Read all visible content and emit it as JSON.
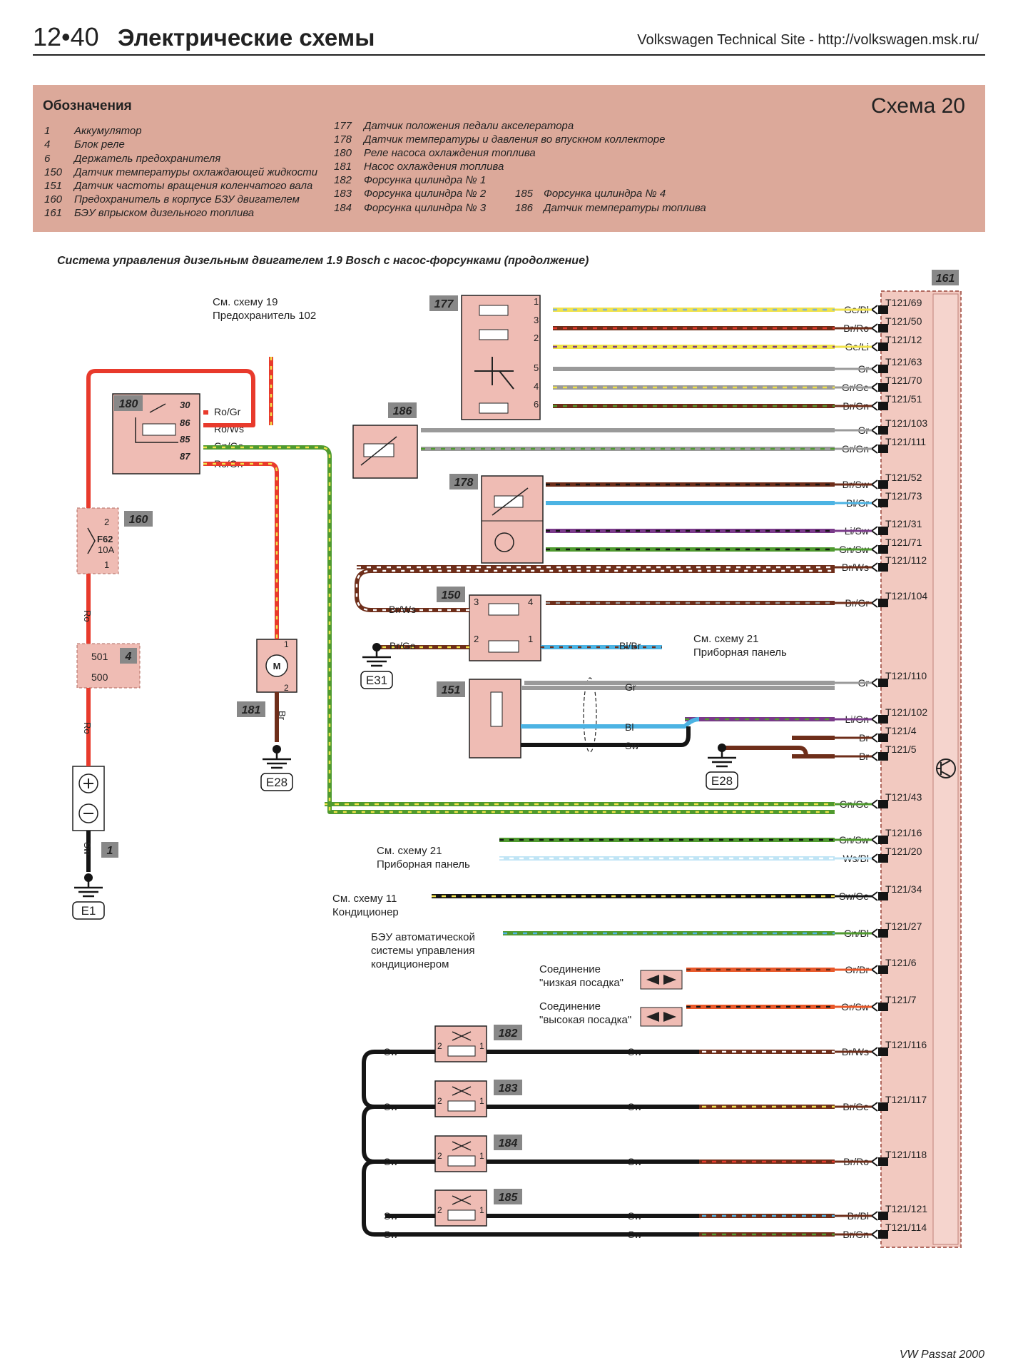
{
  "header": {
    "page_num": "12•40",
    "title": "Электрические схемы",
    "site": "Volkswagen Technical Site - http://volkswagen.msk.ru/"
  },
  "legend": {
    "title": "Обозначения",
    "scheme": "Схема 20",
    "col1": [
      {
        "num": "1",
        "text": "Аккумулятор"
      },
      {
        "num": "4",
        "text": "Блок реле"
      },
      {
        "num": "6",
        "text": "Держатель предохранителя"
      },
      {
        "num": "150",
        "text": "Датчик температуры охлаждающей жидкости"
      },
      {
        "num": "151",
        "text": "Датчик частоты вращения коленчатого вала"
      },
      {
        "num": "160",
        "text": "Предохранитель в корпусе БЗУ двигателем"
      },
      {
        "num": "161",
        "text": "БЭУ впрыском дизельного топлива"
      }
    ],
    "col2": [
      {
        "num": "177",
        "text": "Датчик положения педали акселератора"
      },
      {
        "num": "178",
        "text": "Датчик температуры и давления во впускном коллекторе"
      },
      {
        "num": "180",
        "text": "Реле насоса охлаждения топлива"
      },
      {
        "num": "181",
        "text": "Насос охлаждения топлива"
      },
      {
        "num": "182",
        "text": "Форсунка цилиндра № 1"
      },
      {
        "num": "183",
        "text": "Форсунка цилиндра № 2"
      },
      {
        "num": "184",
        "text": "Форсунка цилиндра № 3"
      }
    ],
    "col3": [
      {
        "num": "185",
        "text": "Форсунка цилиндра № 4"
      },
      {
        "num": "186",
        "text": "Датчик температуры топлива"
      }
    ]
  },
  "subtitle": "Система управления дизельным двигателем 1.9 Bosch с насос-форсунками (продолжение)",
  "colors": {
    "panel": "#dca99a",
    "component": "#efbcb4",
    "ecu": "#f2c9c0",
    "red": "#e83a2c",
    "brown": "#6e2e1a",
    "green": "#4f9a2f",
    "blue": "#4cb3e3",
    "gray": "#9a9a9a",
    "black": "#151515",
    "yellow": "#f0e24a",
    "purple": "#7a3a8a",
    "orange": "#e8582a"
  },
  "components": {
    "c1": "1",
    "c4": "4",
    "c150": "150",
    "c151": "151",
    "c160": "160",
    "c161": "161",
    "c177": "177",
    "c178": "178",
    "c180": "180",
    "c181": "181",
    "c182": "182",
    "c183": "183",
    "c184": "184",
    "c185": "185",
    "c186": "186"
  },
  "grounds": {
    "e1": "E1",
    "e28a": "E28",
    "e28b": "E28",
    "e31": "E31"
  },
  "relay180": {
    "pins": [
      "30",
      "86",
      "85",
      "87"
    ],
    "wires": [
      "Ro/Gr",
      "Ro/Ws",
      "Gn/Ge",
      "Ro/Gn"
    ]
  },
  "fuse160": {
    "name": "F62",
    "rating": "10A",
    "pin_top": "2",
    "pin_bottom": "1"
  },
  "relaybox4": {
    "top": "501",
    "bottom": "500"
  },
  "left_wires": {
    "ro1": "Ro",
    "ro2": "Ro",
    "sw": "Sw",
    "br181": "Br",
    "m": "M",
    "p1": "1",
    "p2": "2"
  },
  "notes": {
    "ref19_line1": "См. схему 19",
    "ref19_line2": "Предохранитель 102",
    "ref21a_line1": "См. схему 21",
    "ref21a_line2": "Приборная панель",
    "ref21b_line1": "См. схему 21",
    "ref21b_line2": "Приборная панель",
    "ref11_line1": "См. схему 11",
    "ref11_line2": "Кондиционер",
    "clim_line1": "БЭУ автоматической",
    "clim_line2": "системы управления",
    "clim_line3": "кондиционером",
    "low_line1": "Соединение",
    "low_line2": "\"низкая посадка\"",
    "high_line1": "Соединение",
    "high_line2": "\"высокая посадка\""
  },
  "ecu_rows": [
    {
      "pin": "T121/69",
      "wire": "Ge/Bl"
    },
    {
      "pin": "T121/50",
      "wire": "Br/Ro"
    },
    {
      "pin": "T121/12",
      "wire": "Ge/Li"
    },
    {
      "pin": "T121/63",
      "wire": "Gr"
    },
    {
      "pin": "T121/70",
      "wire": "Gr/Ge"
    },
    {
      "pin": "T121/51",
      "wire": "Br/Gn"
    },
    {
      "pin": "T121/103",
      "wire": "Gr"
    },
    {
      "pin": "T121/111",
      "wire": "Gr/Gn"
    },
    {
      "pin": "T121/52",
      "wire": "Br/Sw"
    },
    {
      "pin": "T121/73",
      "wire": "Bl/Gr"
    },
    {
      "pin": "T121/31",
      "wire": "Li/Sw"
    },
    {
      "pin": "T121/71",
      "wire": "Gn/Sw"
    },
    {
      "pin": "T121/112",
      "wire": "Br/Ws"
    },
    {
      "pin": "T121/104",
      "wire": "Br/Gr"
    },
    {
      "pin": "T121/110",
      "wire": "Gr"
    },
    {
      "pin": "T121/102",
      "wire": "Li/Gn"
    },
    {
      "pin": "T121/4",
      "wire": "Br"
    },
    {
      "pin": "T121/5",
      "wire": "Br"
    },
    {
      "pin": "T121/43",
      "wire": "Gn/Ge"
    },
    {
      "pin": "T121/16",
      "wire": "Gn/Sw"
    },
    {
      "pin": "T121/20",
      "wire": "Ws/Bl"
    },
    {
      "pin": "T121/34",
      "wire": "Sw/Ge"
    },
    {
      "pin": "T121/27",
      "wire": "Gn/Bl"
    },
    {
      "pin": "T121/6",
      "wire": "Or/Br"
    },
    {
      "pin": "T121/7",
      "wire": "Or/Sw"
    },
    {
      "pin": "T121/116",
      "wire": "Br/Ws"
    },
    {
      "pin": "T121/117",
      "wire": "Br/Ge"
    },
    {
      "pin": "T121/118",
      "wire": "Br/Ro"
    },
    {
      "pin": "T121/121",
      "wire": "Br/Bl"
    },
    {
      "pin": "T121/114",
      "wire": "Br/Gn"
    }
  ],
  "sensor150": {
    "wire_left_top": "Br/Ws",
    "wire_left_bottom": "Br/Ge",
    "wire_right_bottom": "Bl/Br",
    "pins": [
      "3",
      "4",
      "2",
      "1"
    ]
  },
  "sensor151": {
    "w1": "Gr",
    "w2": "Bl",
    "w3": "Sw"
  },
  "injectors": {
    "sw": "Sw",
    "pin1": "1",
    "pin2": "2"
  },
  "footer": "VW Passat 2000"
}
